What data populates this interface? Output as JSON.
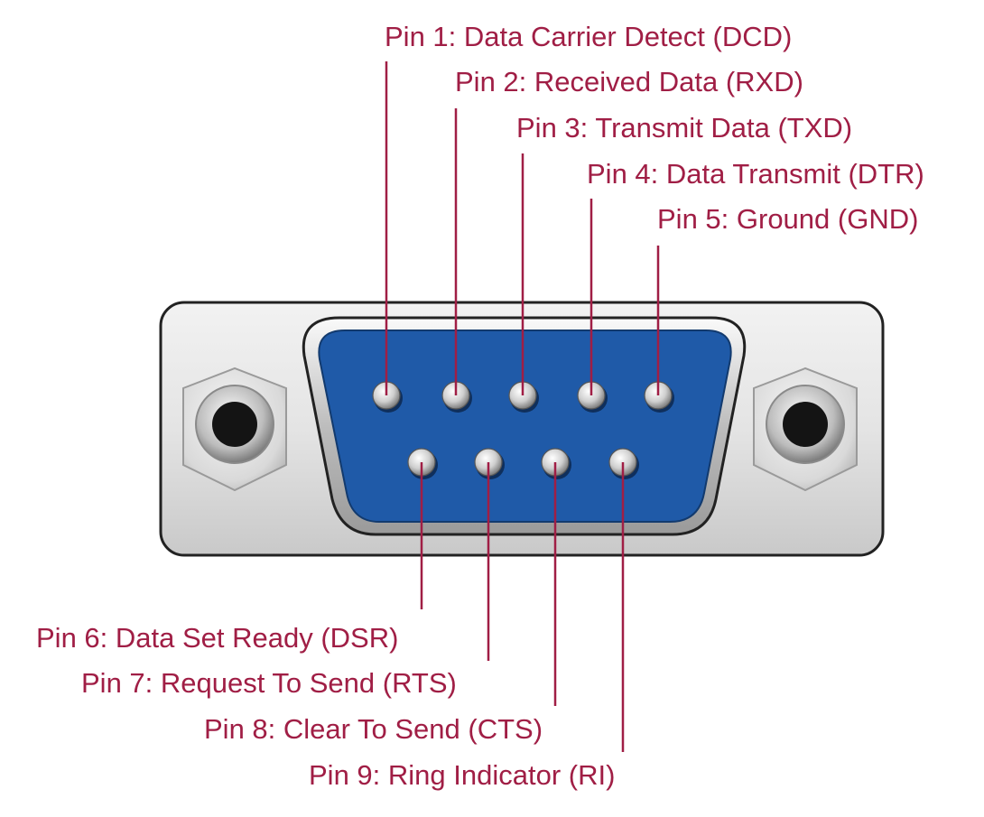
{
  "colors": {
    "label": "#a01e45",
    "shell_blue": "#1f5aa8",
    "metal": "#d8d8d8"
  },
  "connector": {
    "type": "DB9 male serial connector",
    "top_row_pins": [
      1,
      2,
      3,
      4,
      5
    ],
    "bottom_row_pins": [
      6,
      7,
      8,
      9
    ]
  },
  "pins": [
    {
      "number": 1,
      "label": "Pin 1: Data Carrier Detect (DCD)"
    },
    {
      "number": 2,
      "label": "Pin 2: Received Data (RXD)"
    },
    {
      "number": 3,
      "label": "Pin 3: Transmit Data (TXD)"
    },
    {
      "number": 4,
      "label": "Pin 4: Data Transmit (DTR)"
    },
    {
      "number": 5,
      "label": "Pin 5: Ground (GND)"
    },
    {
      "number": 6,
      "label": "Pin 6: Data Set Ready (DSR)"
    },
    {
      "number": 7,
      "label": "Pin 7: Request To Send (RTS)"
    },
    {
      "number": 8,
      "label": "Pin 8: Clear To Send (CTS)"
    },
    {
      "number": 9,
      "label": "Pin 9: Ring Indicator (RI)"
    }
  ]
}
